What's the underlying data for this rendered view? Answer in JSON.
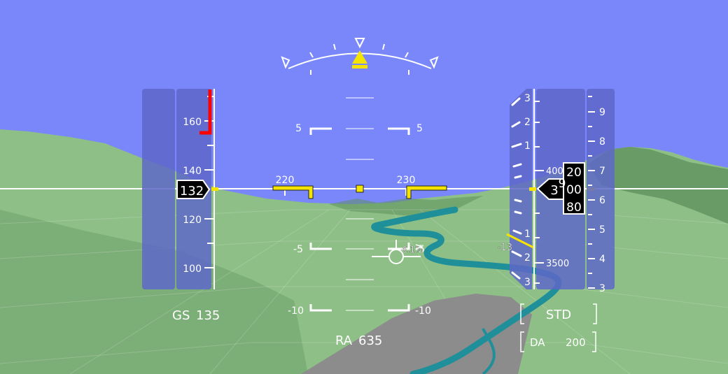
{
  "colors": {
    "sky": "#7a87fb",
    "terrain": "#8dbf86",
    "terrain_dark": "#5e8f5c",
    "river": "#1f8f9a",
    "road": "#8c8c8c",
    "tape": "#5e67c8",
    "symbology": "#ffffff",
    "flight_director": "#f5e400",
    "speed_limit": "#ff0000"
  },
  "heading": {
    "left_label": "220",
    "right_label": "230"
  },
  "pitch_ladder": {
    "up5": "5",
    "down5": "-5",
    "down10": "-10"
  },
  "airspeed": {
    "current": "132",
    "ticks": [
      "160",
      "140",
      "120",
      "100"
    ]
  },
  "ground_speed": {
    "label": "GS",
    "value": "135"
  },
  "radio_altitude": {
    "label": "RA",
    "value": "635"
  },
  "flight_path": {
    "gradient": "6.1%"
  },
  "vertical_speed": {
    "ticks": [
      "3",
      "2",
      "1",
      "1",
      "2",
      "3"
    ],
    "readout": "-13"
  },
  "altitude": {
    "marker_upper": "400",
    "marker_lower": "3500",
    "drum_thousands": "3",
    "drum_hundreds": "9",
    "drum_tens": [
      "20",
      "00",
      "80"
    ]
  },
  "altitude_scale": {
    "ticks": [
      "9",
      "8",
      "7",
      "6",
      "5",
      "4",
      "3"
    ]
  },
  "baro": {
    "setting": "STD"
  },
  "minimums": {
    "label": "DA",
    "value": "200"
  }
}
